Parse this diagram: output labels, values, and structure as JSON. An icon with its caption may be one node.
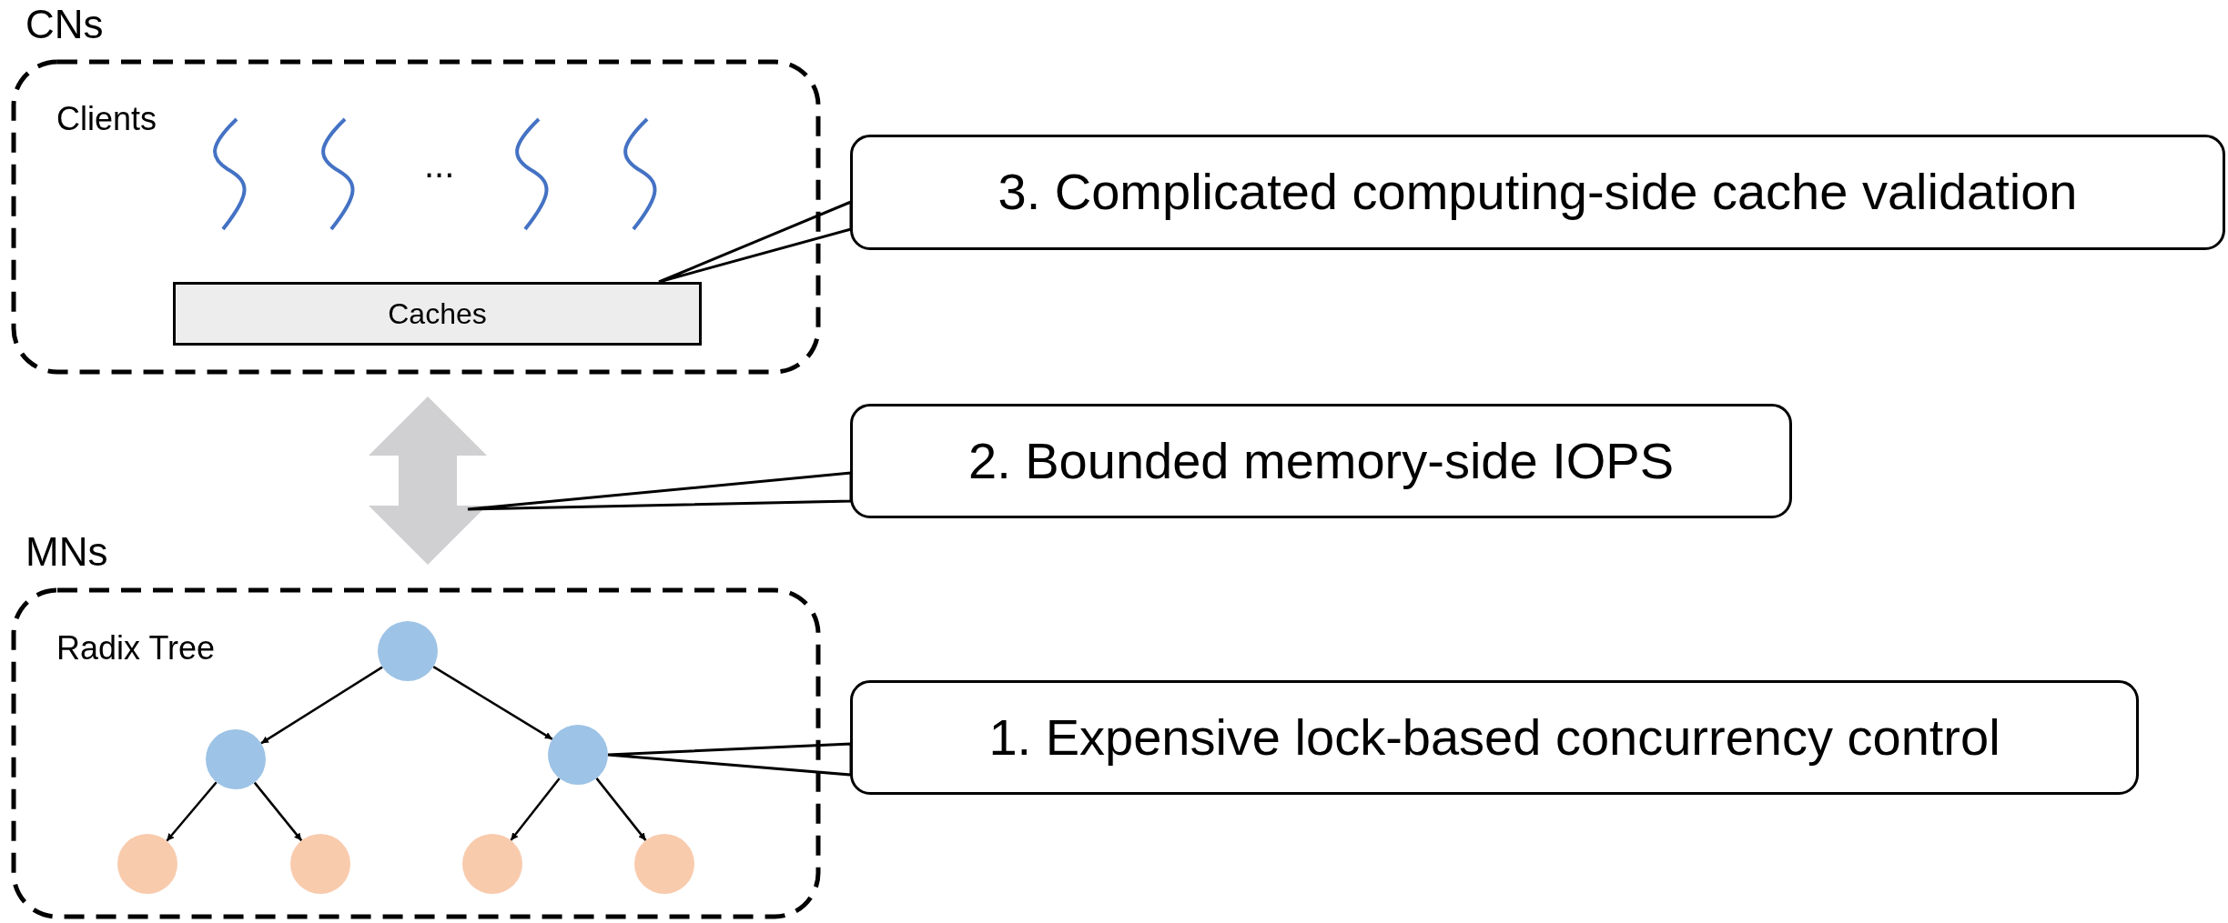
{
  "diagram": {
    "nodes": [
      {
        "text": [
          "CNs",
          "Clients"
        ]
      },
      {
        "text": [
          "Caches"
        ],
        "in": 0
      },
      {
        "text": [
          "MNs",
          "Radix Tree"
        ]
      },
      {
        "text": [],
        "shape": "circle",
        "in": 2
      },
      {
        "text": [],
        "shape": "circle",
        "in": 2
      },
      {
        "text": [],
        "shape": "circle",
        "in": 2
      },
      {
        "text": [],
        "shape": "circle",
        "in": 2
      },
      {
        "text": [],
        "shape": "circle",
        "in": 2
      },
      {
        "text": [],
        "shape": "circle",
        "in": 2
      },
      {
        "text": [],
        "shape": "circle",
        "in": 2
      },
      {
        "text": [
          "3. Complicated computing-side cache validation"
        ]
      },
      {
        "text": [
          "2. Bounded memory-side IOPS"
        ]
      },
      {
        "text": [
          "1. Expensive lock-based concurrency control"
        ]
      }
    ],
    "edges": [
      {
        "from": 0,
        "to": 2,
        "arrow": "both",
        "style": "thick",
        "color": "#d0cfd1"
      },
      {
        "from": 3,
        "to": 4,
        "arrow": "to"
      },
      {
        "from": 3,
        "to": 5,
        "arrow": "to"
      },
      {
        "from": 4,
        "to": 6,
        "arrow": "to"
      },
      {
        "from": 4,
        "to": 7,
        "arrow": "to"
      },
      {
        "from": 5,
        "to": 8,
        "arrow": "to"
      },
      {
        "from": 5,
        "to": 9,
        "arrow": "to"
      },
      {
        "from": 10,
        "to": 1,
        "arrow": "none"
      },
      {
        "from": 11,
        "to": null,
        "arrow": "none"
      },
      {
        "from": 12,
        "to": 5,
        "arrow": "none"
      }
    ],
    "labels": [
      "..."
    ]
  }
}
